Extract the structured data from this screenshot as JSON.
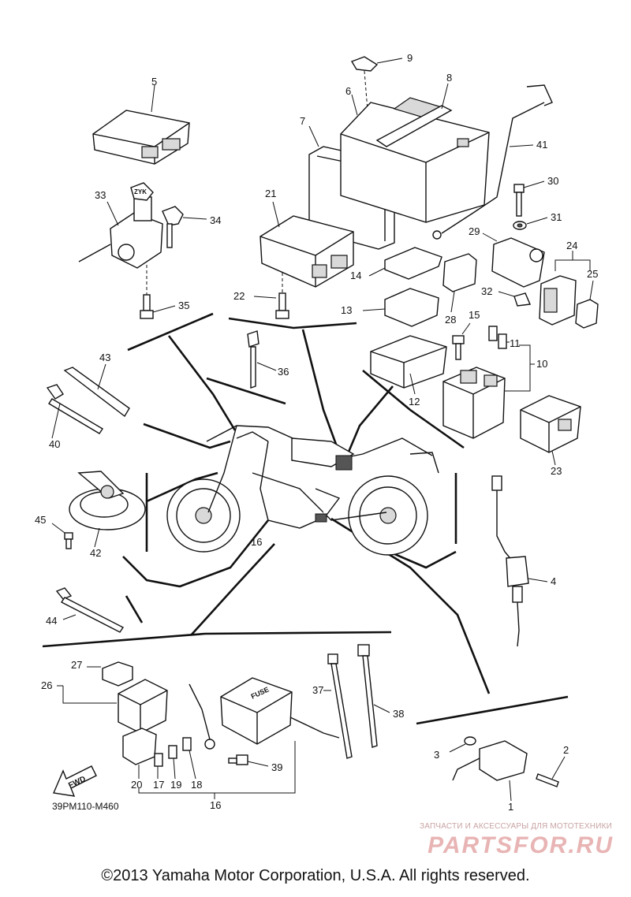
{
  "diagram": {
    "code": "39PM110-M460",
    "copyright": "©2013 Yamaha Motor Corporation, U.S.A. All rights reserved.",
    "watermark_caption": "ЗАПЧАСТИ И АКСЕССУАРЫ ДЛЯ МОТОТЕХНИКИ",
    "watermark_logo": "PARTSFOR.RU",
    "fwd_label": "FWD",
    "fuse_label": "FUSE",
    "key_label": "ZYK"
  },
  "callouts": {
    "c1": "1",
    "c2": "2",
    "c3": "3",
    "c4": "4",
    "c5": "5",
    "c6": "6",
    "c7": "7",
    "c8": "8",
    "c9": "9",
    "c10": "10",
    "c11": "11",
    "c12": "12",
    "c13": "13",
    "c14": "14",
    "c15": "15",
    "c16a": "16",
    "c16b": "16",
    "c17": "17",
    "c18": "18",
    "c19": "19",
    "c20": "20",
    "c21": "21",
    "c22": "22",
    "c23": "23",
    "c24": "24",
    "c25": "25",
    "c26": "26",
    "c27": "27",
    "c28": "28",
    "c29": "29",
    "c30": "30",
    "c31": "31",
    "c32": "32",
    "c33": "33",
    "c34": "34",
    "c35": "35",
    "c36": "36",
    "c37": "37",
    "c38": "38",
    "c39": "39",
    "c40": "40",
    "c41": "41",
    "c42": "42",
    "c43": "43",
    "c44": "44",
    "c45": "45"
  }
}
